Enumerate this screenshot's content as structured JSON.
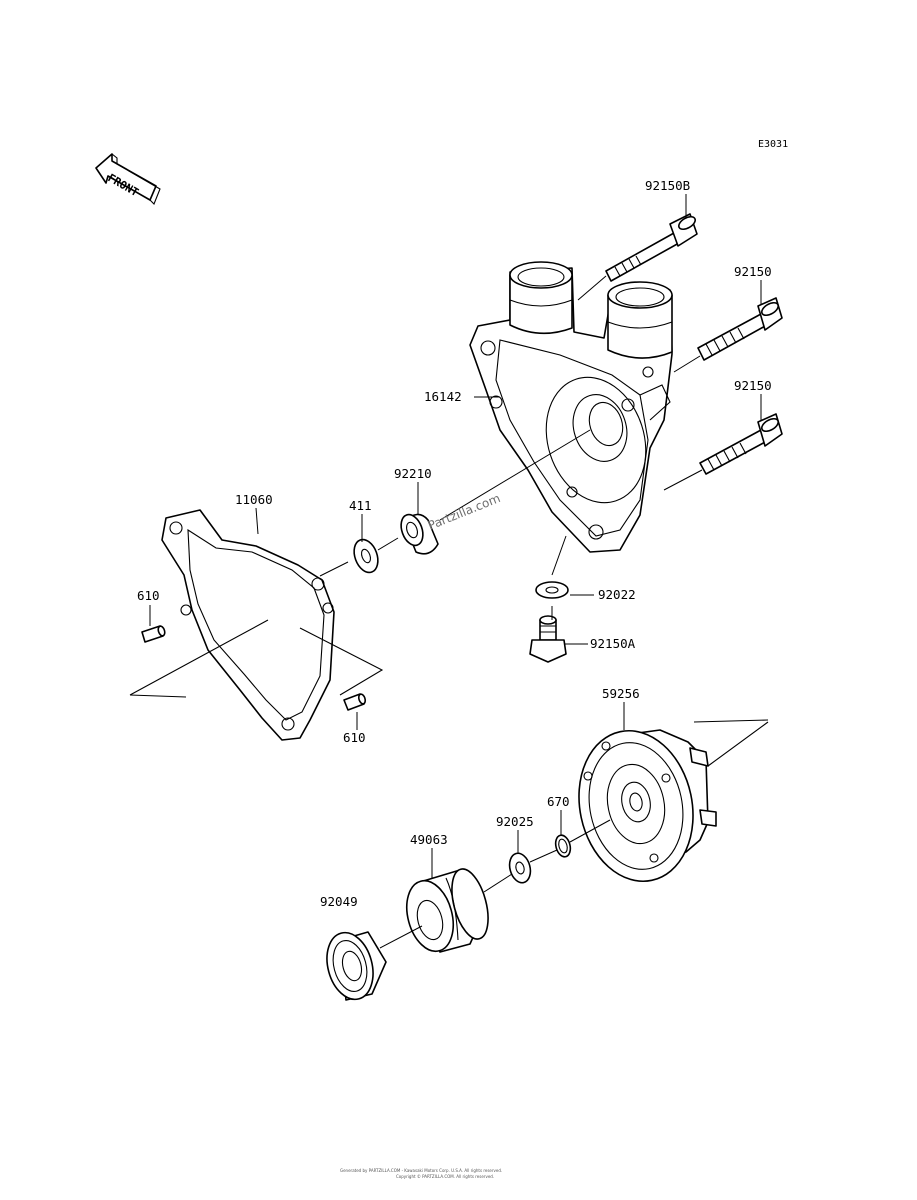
{
  "diagram_code": "E3031",
  "front_label": "FRONT",
  "watermark": "Partzilla.com",
  "footer_line1": "Generated by PARTZILLA.COM - Kawasaki Motors Corp. U.S.A. All rights reserved.",
  "footer_line2": "Copyright © PARTZILLA.COM. All rights reserved.",
  "parts": {
    "p92150B": "92150B",
    "p92150_upper": "92150",
    "p92150_lower": "92150",
    "p16142": "16142",
    "p92210": "92210",
    "p11060": "11060",
    "p411": "411",
    "p610_left": "610",
    "p610_right": "610",
    "p92022": "92022",
    "p92150A": "92150A",
    "p59256": "59256",
    "p670": "670",
    "p92025": "92025",
    "p49063": "49063",
    "p92049": "92049"
  }
}
